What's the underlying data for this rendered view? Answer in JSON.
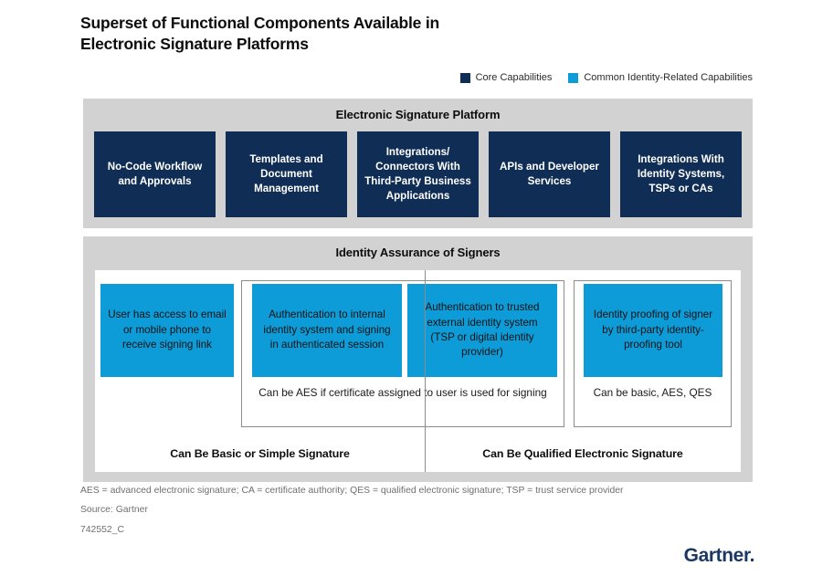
{
  "title": {
    "line1": "Superset of Functional Components Available in",
    "line2": "Electronic Signature Platforms"
  },
  "legend": {
    "items": [
      {
        "label": "Core Capabilities",
        "color": "#102E55"
      },
      {
        "label": "Common Identity-Related Capabilities",
        "color": "#0E9CD8"
      }
    ]
  },
  "section_platform": {
    "header": "Electronic Signature Platform",
    "boxes": [
      {
        "label": "No-Code Workflow and Approvals"
      },
      {
        "label": "Templates and Document Management"
      },
      {
        "label": "Integrations/ Connectors With Third-Party Business Applications"
      },
      {
        "label": "APIs and Developer Services"
      },
      {
        "label": "Integrations With Identity Systems, TSPs or CAs"
      }
    ]
  },
  "section_identity": {
    "header": "Identity Assurance of Signers",
    "boxes": [
      {
        "label": "User has access to email or mobile phone to receive signing link"
      },
      {
        "label": "Authentication to internal identity system and signing in authenticated session"
      },
      {
        "label": "Authentication to trusted external identity system (TSP or digital identity provider)"
      },
      {
        "label": "Identity proofing of signer by third-party identity-proofing tool"
      }
    ],
    "captions": {
      "dual": "Can be AES if certificate assigned to user is used for signing",
      "single": "Can be basic, AES, QES"
    },
    "footer": {
      "left": "Can Be Basic or Simple Signature",
      "right": "Can Be Qualified Electronic Signature"
    }
  },
  "notes": {
    "abbreviations": "AES = advanced electronic signature; CA = certificate authority; QES = qualified electronic signature; TSP = trust service provider",
    "source": "Source: Gartner",
    "id": "742552_C"
  },
  "logo": {
    "text": "Gartner",
    "mark": "."
  }
}
